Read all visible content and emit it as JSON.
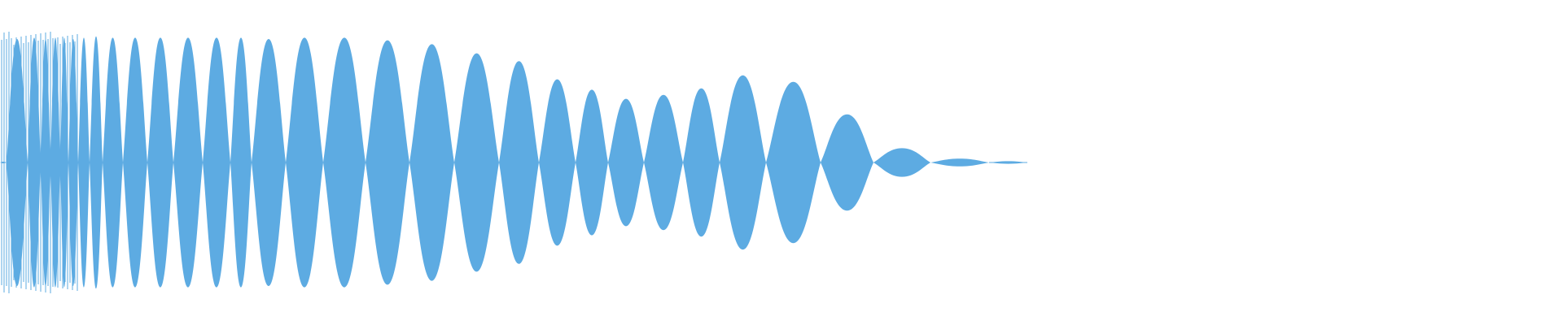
{
  "waveform": {
    "fill_color": "#5DABE2",
    "background_color": "#FFFFFF",
    "lobes": [
      {
        "amplitude": 0.0
      },
      {
        "amplitude": 0.95
      },
      {
        "amplitude": 0.96
      },
      {
        "amplitude": 0.95
      },
      {
        "amplitude": 0.96
      },
      {
        "amplitude": 0.96
      },
      {
        "amplitude": 0.95
      },
      {
        "amplitude": 0.96
      },
      {
        "amplitude": 0.97
      },
      {
        "amplitude": 0.96
      },
      {
        "amplitude": 0.96
      },
      {
        "amplitude": 0.96
      },
      {
        "amplitude": 0.96
      },
      {
        "amplitude": 0.96
      },
      {
        "amplitude": 0.96
      },
      {
        "amplitude": 0.95
      },
      {
        "amplitude": 0.96
      },
      {
        "amplitude": 0.96
      },
      {
        "amplitude": 0.94
      },
      {
        "amplitude": 0.91
      },
      {
        "amplitude": 0.84
      },
      {
        "amplitude": 0.78
      },
      {
        "amplitude": 0.64
      },
      {
        "amplitude": 0.56
      },
      {
        "amplitude": 0.49
      },
      {
        "amplitude": 0.52
      },
      {
        "amplitude": 0.57
      },
      {
        "amplitude": 0.67
      },
      {
        "amplitude": 0.62
      },
      {
        "amplitude": 0.37
      },
      {
        "amplitude": 0.11
      },
      {
        "amplitude": 0.03
      },
      {
        "amplitude": 0.01
      }
    ]
  }
}
